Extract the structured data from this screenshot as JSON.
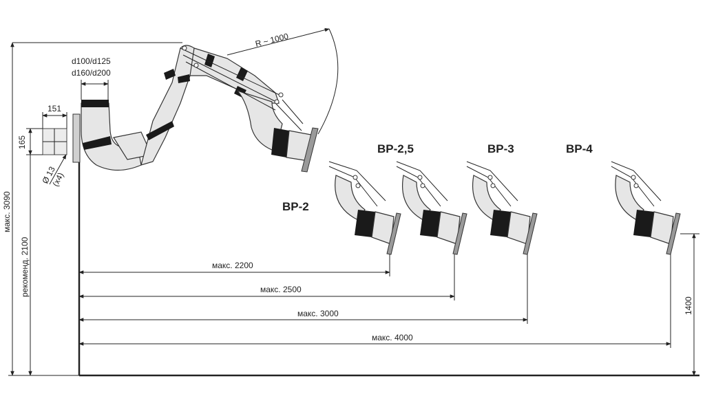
{
  "dimensions": {
    "duct_diameters_line1": "d100/d125",
    "duct_diameters_line2": "d160/d200",
    "radius": "R ~ 1000",
    "bracket_width": "151",
    "bracket_height": "165",
    "hole_diameter": "Ø 13",
    "hole_count": "(x4)",
    "max_height": "макс. 3090",
    "recommended_height": "рекоменд. 2100",
    "end_height": "1400"
  },
  "models": [
    {
      "label": "BP-2",
      "reach": "макс. 2200"
    },
    {
      "label": "BP-2,5",
      "reach": "макс. 2500"
    },
    {
      "label": "BP-3",
      "reach": "макс. 3000"
    },
    {
      "label": "BP-4",
      "reach": "макс. 4000"
    }
  ],
  "colors": {
    "line": "#222222",
    "duct_fill": "#e6e6e6",
    "band": "#1a1a1a",
    "flange": "#9a9a9a"
  }
}
